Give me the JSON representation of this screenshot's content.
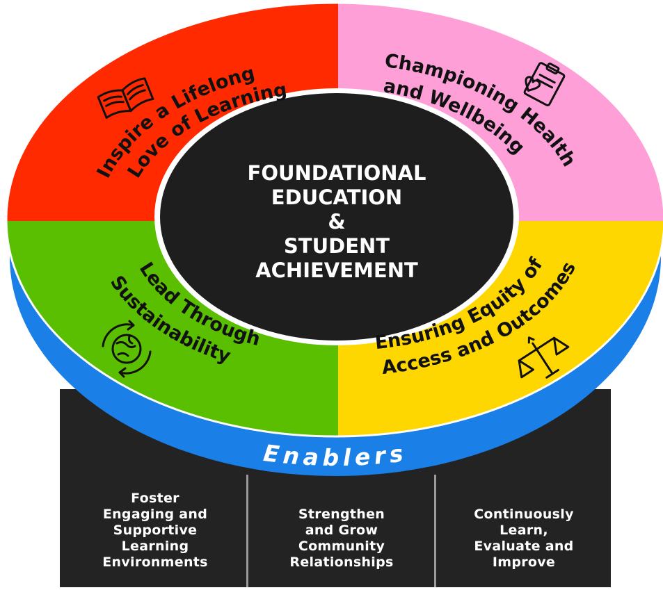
{
  "center": {
    "lines": [
      "FOUNDATIONAL",
      "EDUCATION",
      "&",
      "STUDENT",
      "ACHIEVEMENT"
    ]
  },
  "quadrants": [
    {
      "lines": [
        "Inspire a Lifelong",
        "Love of Learning"
      ],
      "color": "#ff2a00",
      "icon": "open-book-icon"
    },
    {
      "lines": [
        "Championing Health",
        "and Wellbeing"
      ],
      "color": "#ff9fd8",
      "icon": "clipboard-heart-icon"
    },
    {
      "lines": [
        "Lead Through",
        "Sustainability"
      ],
      "color": "#59bf00",
      "icon": "recycle-globe-icon"
    },
    {
      "lines": [
        "Ensuring Equity of",
        "Access and Outcomes"
      ],
      "color": "#ffd700",
      "icon": "balance-scale-icon"
    }
  ],
  "enablers": {
    "title": "Enablers",
    "band_color": "#1a7fe6",
    "columns": [
      {
        "lines": [
          "Foster",
          "Engaging and",
          "Supportive",
          "Learning",
          "Environments"
        ]
      },
      {
        "lines": [
          "Strengthen",
          "and Grow",
          "Community",
          "Relationships"
        ]
      },
      {
        "lines": [
          "Continuously",
          "Learn,",
          "Evaluate and",
          "Improve"
        ]
      }
    ]
  },
  "colors": {
    "center": "#1e1e1e",
    "base": "#232323",
    "ring_outline": "#ffffff"
  }
}
